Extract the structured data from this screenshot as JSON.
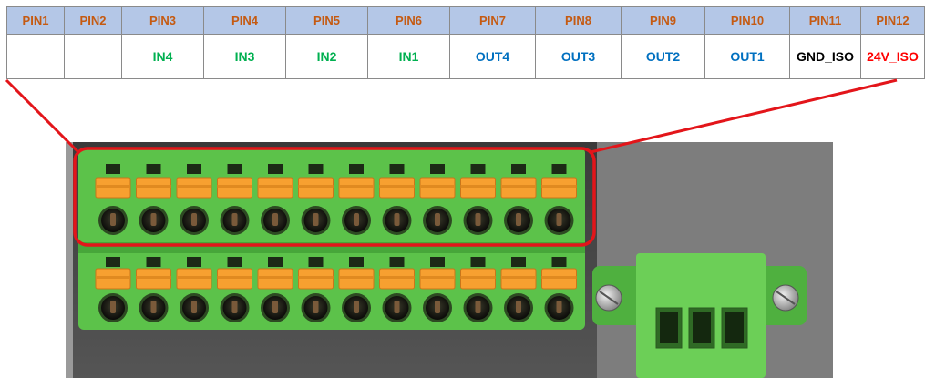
{
  "colors": {
    "header_bg": "#b4c7e7",
    "header_text": "#c55a11",
    "input": "#00b050",
    "output": "#0070c0",
    "ground": "#000000",
    "power": "#ff0000",
    "callout": "#e3151a",
    "terminal_green": "#5cc24a",
    "lever_orange": "#f7a030"
  },
  "pinout": [
    {
      "pin": "PIN1",
      "signal": "",
      "kind": "none"
    },
    {
      "pin": "PIN2",
      "signal": "",
      "kind": "none"
    },
    {
      "pin": "PIN3",
      "signal": "IN4",
      "kind": "input"
    },
    {
      "pin": "PIN4",
      "signal": "IN3",
      "kind": "input"
    },
    {
      "pin": "PIN5",
      "signal": "IN2",
      "kind": "input"
    },
    {
      "pin": "PIN6",
      "signal": "IN1",
      "kind": "input"
    },
    {
      "pin": "PIN7",
      "signal": "OUT4",
      "kind": "output"
    },
    {
      "pin": "PIN8",
      "signal": "OUT3",
      "kind": "output"
    },
    {
      "pin": "PIN9",
      "signal": "OUT2",
      "kind": "output"
    },
    {
      "pin": "PIN10",
      "signal": "OUT1",
      "kind": "output"
    },
    {
      "pin": "PIN11",
      "signal": "GND_ISO",
      "kind": "ground"
    },
    {
      "pin": "PIN12",
      "signal": "24V_ISO",
      "kind": "power"
    }
  ],
  "terminal_block": {
    "rows": 2,
    "positions_per_row": 12,
    "highlighted_row": 1,
    "aux_connector_positions": 3
  }
}
